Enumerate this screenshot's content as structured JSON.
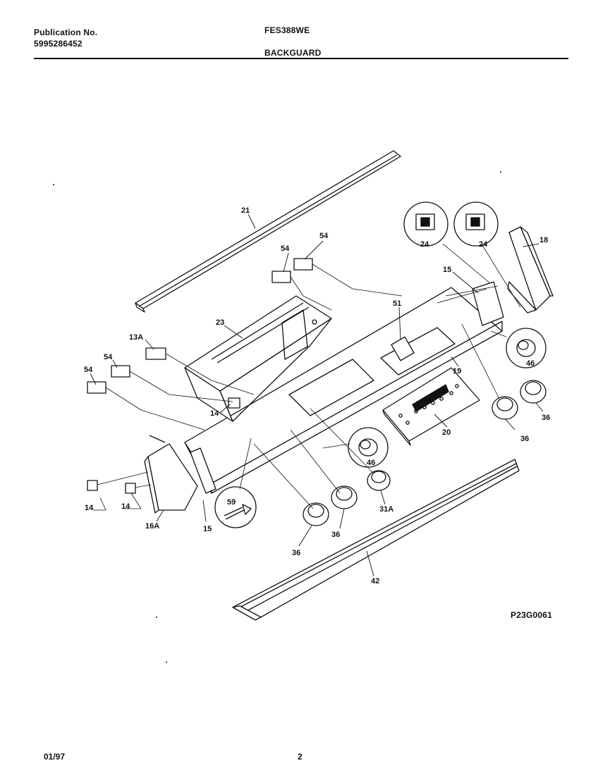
{
  "header": {
    "publication_label": "Publication No.",
    "publication_number": "5995286452",
    "model": "FES388WE",
    "section": "BACKGUARD"
  },
  "figure_code": "P23G0061",
  "footer": {
    "date": "01/97",
    "page": "2"
  },
  "callouts": {
    "c21": "21",
    "c54a": "54",
    "c54b": "54",
    "c54c": "54",
    "c54d": "54",
    "c24a": "24",
    "c24b": "24",
    "c18": "18",
    "c15a": "15",
    "c23": "23",
    "c13a": "13A",
    "c51": "51",
    "c46a": "46",
    "c19": "19",
    "c14a": "14",
    "c20": "20",
    "c36a": "36",
    "c36b": "36",
    "c46b": "46",
    "c14b": "14",
    "c14c": "14",
    "c16a": "16A",
    "c15b": "15",
    "c59": "59",
    "c31a": "31A",
    "c36c": "36",
    "c36d": "36",
    "c42": "42"
  }
}
